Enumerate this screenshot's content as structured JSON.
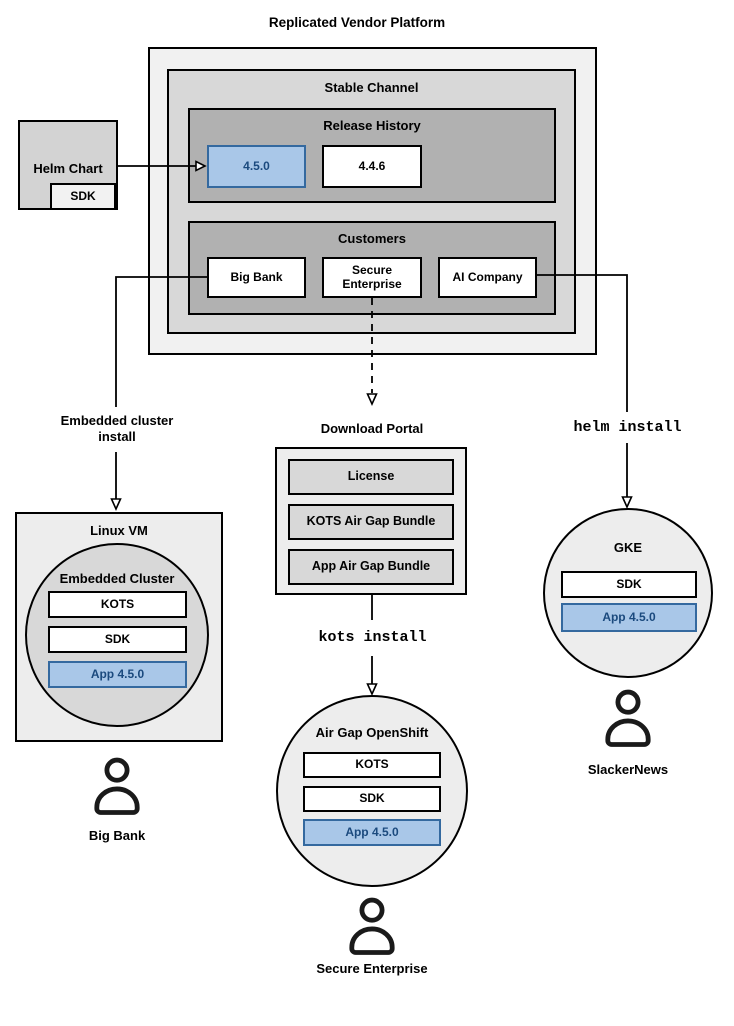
{
  "diagram_title": "Replicated Vendor Platform",
  "colors": {
    "platform_fill": "#f1f1f1",
    "channel_fill": "#d8d8d8",
    "section_fill": "#b1b1b1",
    "node_fill": "#ededed",
    "highlight_fill": "#a9c7e8",
    "highlight_border": "#34699f",
    "highlight_text": "#1b4a7e"
  },
  "platform": {
    "stable_channel": {
      "title": "Stable Channel",
      "release_history": {
        "title": "Release History",
        "releases": [
          {
            "version": "4.5.0",
            "highlighted": true
          },
          {
            "version": "4.4.6",
            "highlighted": false
          }
        ]
      },
      "customers": {
        "title": "Customers",
        "items": [
          {
            "name": "Big Bank"
          },
          {
            "name": "Secure Enterprise"
          },
          {
            "name": "AI Company"
          }
        ]
      }
    }
  },
  "helm_chart": {
    "title": "Helm Chart",
    "sdk": "SDK"
  },
  "flows": {
    "embedded_cluster_install": "Embedded cluster install",
    "helm_install": "helm install",
    "kots_install": "kots install"
  },
  "download_portal": {
    "title": "Download Portal",
    "items": [
      "License",
      "KOTS Air Gap Bundle",
      "App Air Gap Bundle"
    ]
  },
  "deployments": {
    "linux_vm": {
      "title": "Linux VM",
      "cluster_title": "Embedded Cluster",
      "components": [
        "KOTS",
        "SDK"
      ],
      "app": "App 4.5.0",
      "owner": "Big Bank"
    },
    "air_gap_openshift": {
      "title": "Air Gap OpenShift",
      "components": [
        "KOTS",
        "SDK"
      ],
      "app": "App 4.5.0",
      "owner": "Secure Enterprise"
    },
    "gke": {
      "title": "GKE",
      "components": [
        "SDK"
      ],
      "app": "App 4.5.0",
      "owner": "SlackerNews"
    }
  }
}
